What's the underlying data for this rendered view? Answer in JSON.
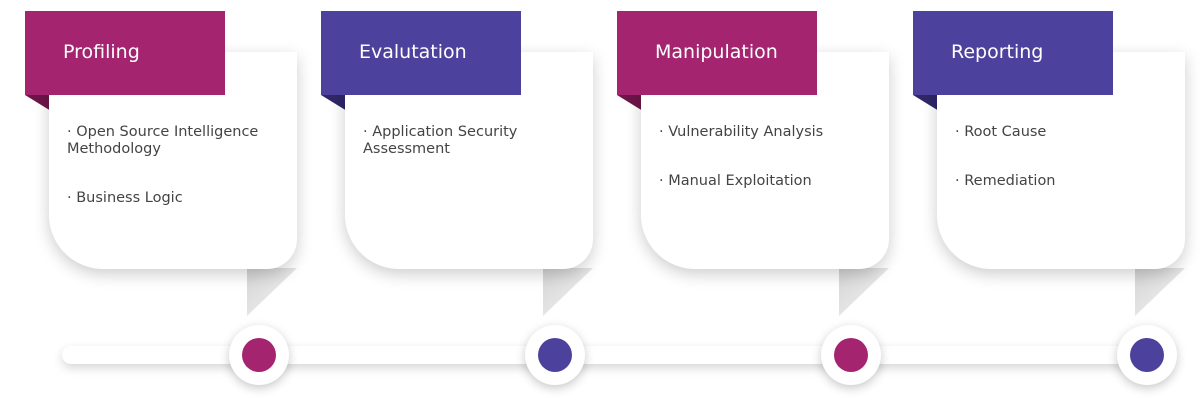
{
  "colors": {
    "magenta": "#a4246f",
    "magenta_dark": "#6e1549",
    "indigo": "#4c419c",
    "indigo_dark": "#2f2768",
    "text": "#444444"
  },
  "stages": [
    {
      "title": "Profiling",
      "color": "magenta",
      "items": [
        "· Open Source Intelligence Methodology",
        "· Business Logic"
      ]
    },
    {
      "title": "Evalutation",
      "color": "indigo",
      "items": [
        "· Application Security Assessment"
      ]
    },
    {
      "title": "Manipulation",
      "color": "magenta",
      "items": [
        "· Vulnerability Analysis",
        "· Manual Exploitation"
      ]
    },
    {
      "title": "Reporting",
      "color": "indigo",
      "items": [
        "· Root Cause",
        "· Remediation"
      ]
    }
  ]
}
